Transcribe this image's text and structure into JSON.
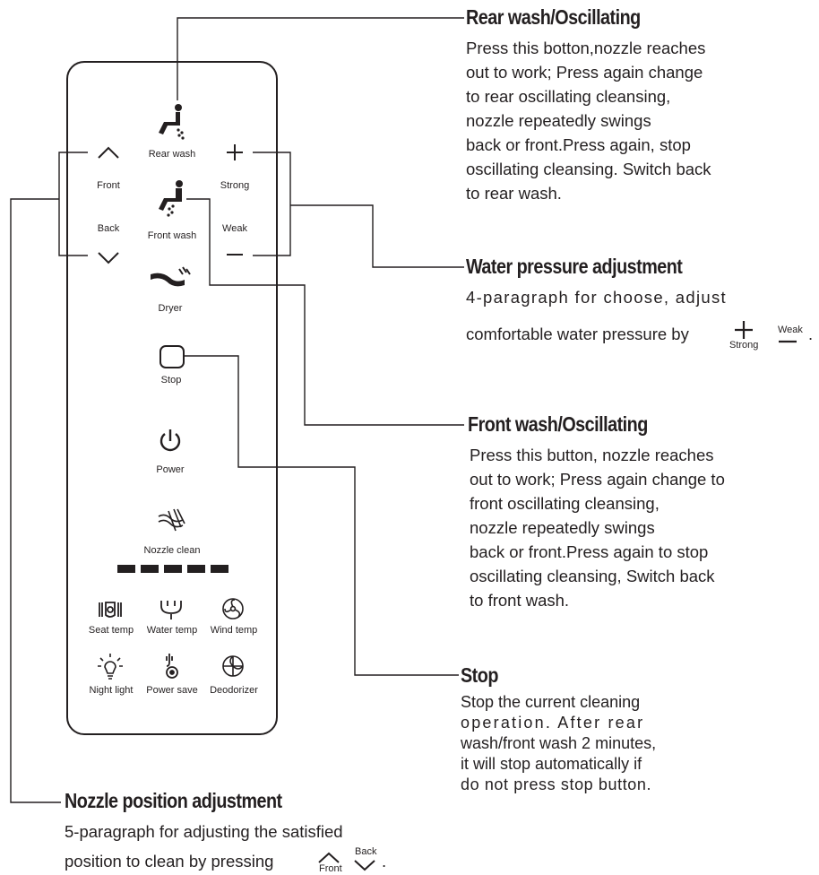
{
  "remote": {
    "rear_wash": "Rear wash",
    "front": "Front",
    "back": "Back",
    "strong": "Strong",
    "weak": "Weak",
    "front_wash": "Front wash",
    "dryer": "Dryer",
    "stop": "Stop",
    "power": "Power",
    "nozzle_clean": "Nozzle clean",
    "seat_temp": "Seat temp",
    "water_temp": "Water temp",
    "wind_temp": "Wind temp",
    "night_light": "Night light",
    "power_save": "Power save",
    "deodorizer": "Deodorizer"
  },
  "rear_wash": {
    "title": "Rear wash/Oscillating",
    "lines": [
      "Press this botton,nozzle reaches",
      "out to work; Press again change",
      "to rear oscillating cleansing,",
      "nozzle repeatedly swings",
      "back or front.Press again, stop",
      "oscillating cleansing. Switch back",
      "to rear wash."
    ]
  },
  "water_pressure": {
    "title": "Water pressure adjustment",
    "line1": "4-paragraph for choose, adjust",
    "line2": "comfortable water pressure by",
    "strong": "Strong",
    "weak": "Weak",
    "end": "."
  },
  "front_wash": {
    "title": "Front wash/Oscillating",
    "lines": [
      "Press this button, nozzle reaches",
      "out to work; Press again change to",
      "front oscillating cleansing,",
      "nozzle repeatedly swings",
      "back or front.Press again to stop",
      "oscillating cleansing, Switch back",
      "to front wash."
    ]
  },
  "stop": {
    "title": "Stop",
    "lines": [
      "Stop the current cleaning",
      "operation. After rear",
      "wash/front wash 2 minutes,",
      "it will stop automatically if",
      "do not press stop button."
    ]
  },
  "nozzle_position": {
    "title": "Nozzle position adjustment",
    "line1": "5-paragraph for adjusting the satisfied",
    "line2": "position to clean by pressing",
    "front": "Front",
    "back": "Back",
    "end": "."
  },
  "colors": {
    "ink": "#231f20",
    "background": "#ffffff"
  },
  "icons": [
    "rear-wash-icon",
    "front-wash-icon",
    "dryer-icon",
    "stop-icon",
    "power-icon",
    "nozzle-clean-icon",
    "seat-temp-icon",
    "water-temp-icon",
    "wind-temp-icon",
    "night-light-icon",
    "power-save-icon",
    "deodorizer-icon"
  ]
}
